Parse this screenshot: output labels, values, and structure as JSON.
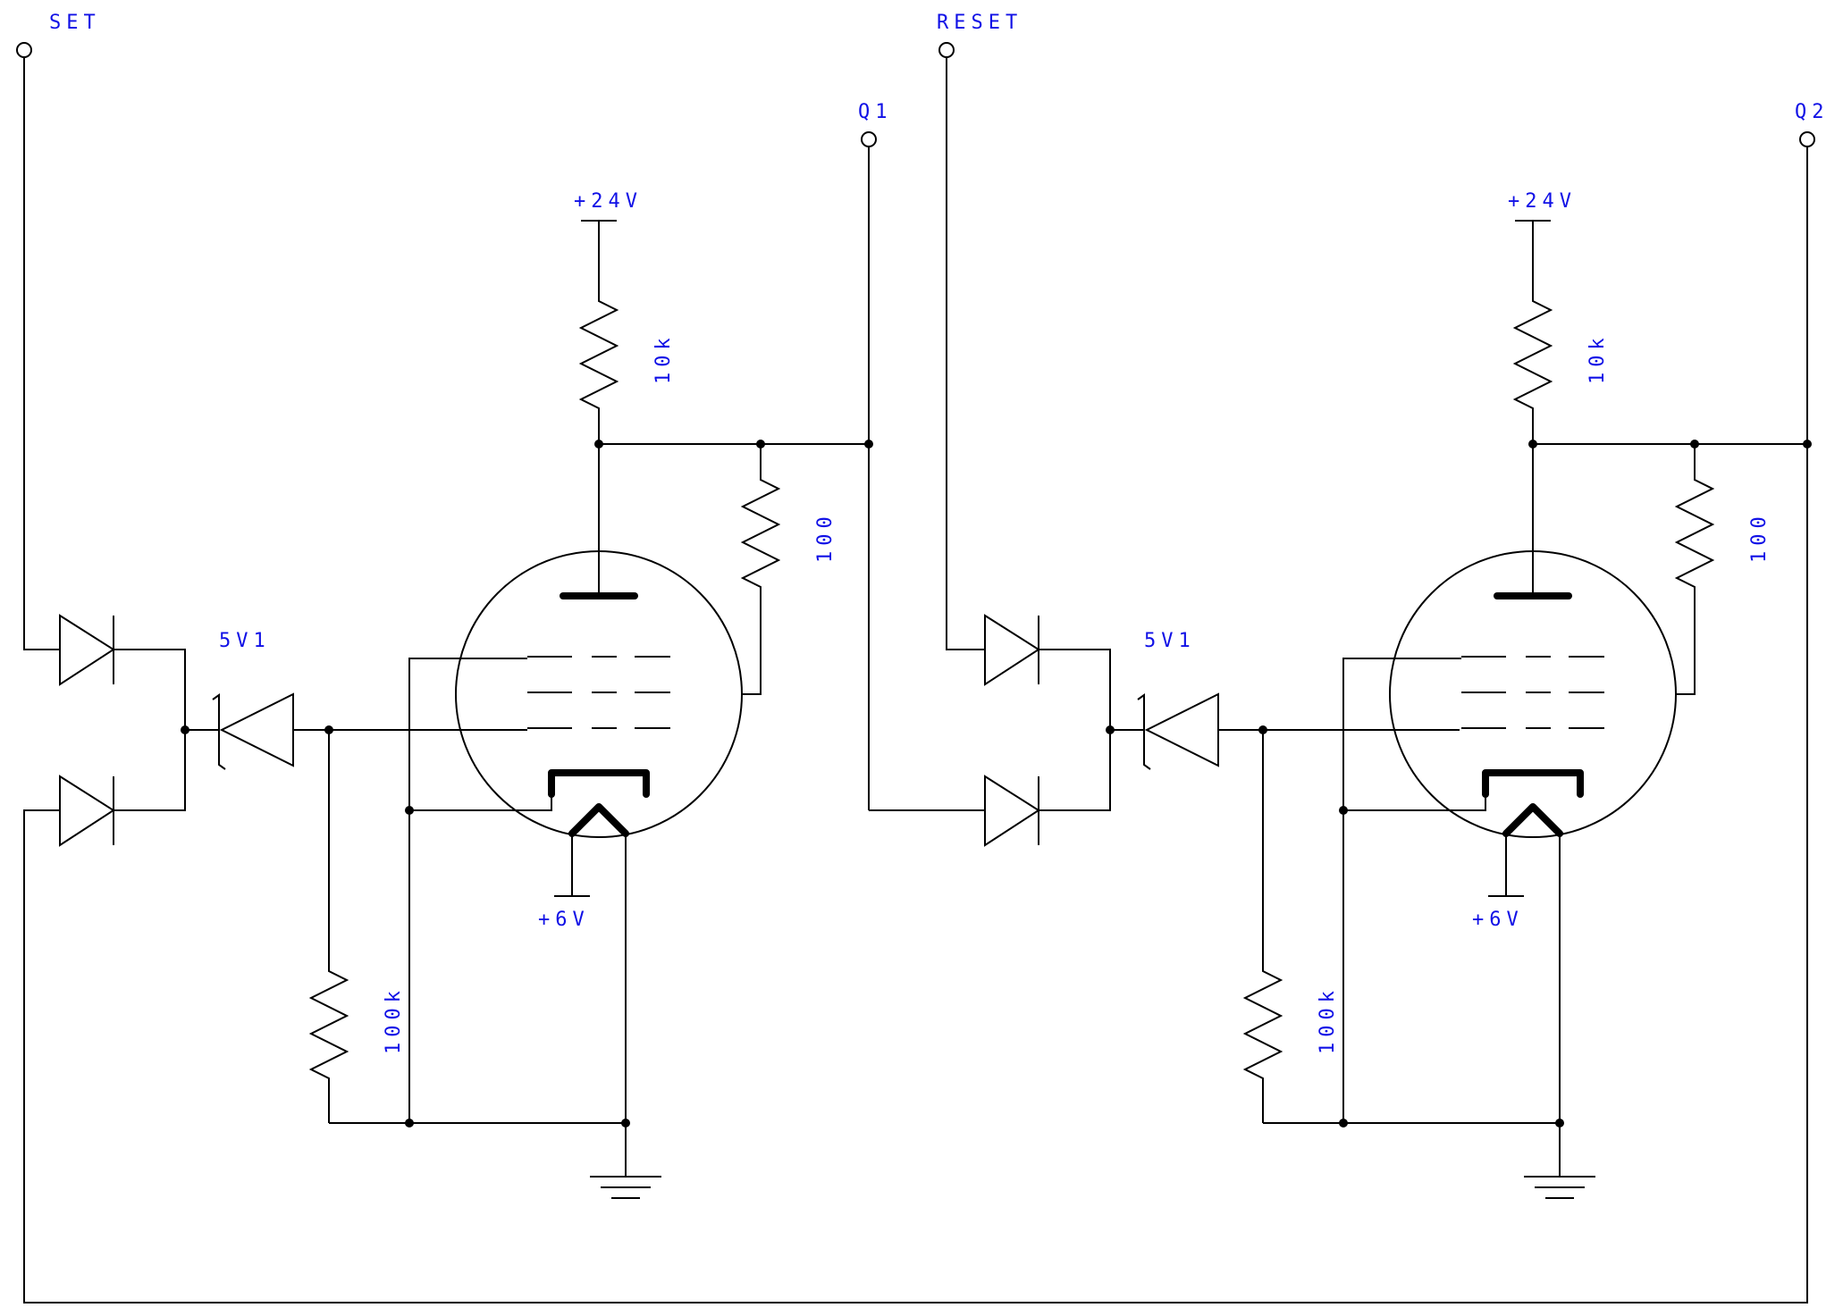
{
  "labels": {
    "set": "SET",
    "reset": "RESET",
    "q1": "Q1",
    "q2": "Q2",
    "supply_left": "+24V",
    "supply_right": "+24V",
    "heater_left": "+6V",
    "heater_right": "+6V",
    "zener_left": "5V1",
    "zener_right": "5V1",
    "r_load_left": "10k",
    "r_load_right": "10k",
    "r_screen_left": "100",
    "r_screen_right": "100",
    "r_grid_left": "100k",
    "r_grid_right": "100k"
  },
  "colors": {
    "label": "#1010e6",
    "wire": "#000000"
  }
}
